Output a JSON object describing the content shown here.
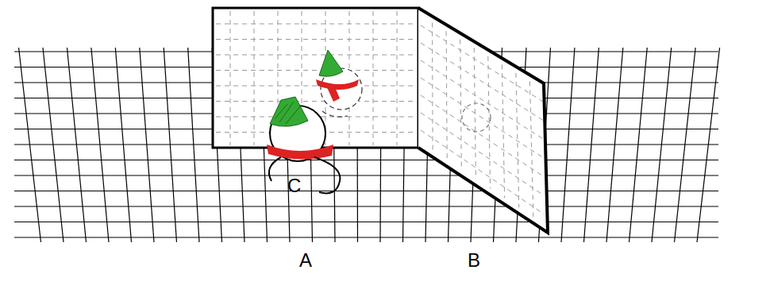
{
  "diagram": {
    "nodes": [
      {
        "text": [
          "C"
        ]
      }
    ],
    "labels": [
      "A",
      "B"
    ]
  }
}
